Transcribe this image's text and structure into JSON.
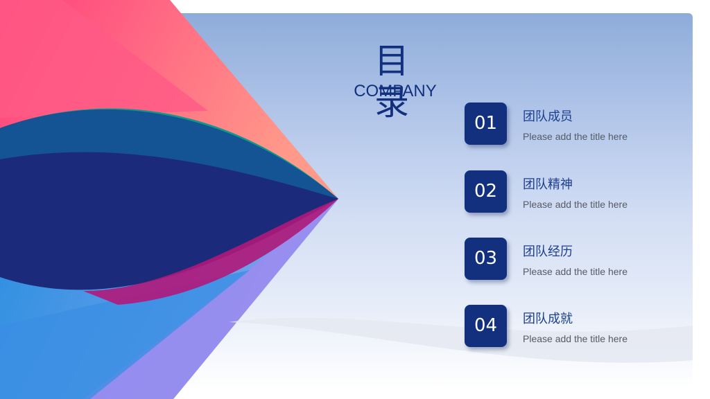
{
  "header": {
    "title": "目 录",
    "subtitle": "COMPANY"
  },
  "items": [
    {
      "num": "01",
      "title": "团队成员",
      "desc": "Please add the title here"
    },
    {
      "num": "02",
      "title": "团队精神",
      "desc": "Please add the title here"
    },
    {
      "num": "03",
      "title": "团队经历",
      "desc": "Please add the title here"
    },
    {
      "num": "04",
      "title": "团队成就",
      "desc": "Please add the title here"
    }
  ],
  "colors": {
    "primary": "#12307d",
    "text_gray": "#555a66",
    "pink": "#ff5a86",
    "teal": "#0b9a8c",
    "navy": "#1b2a7a",
    "purple": "#9b8cf0",
    "blue": "#2f7fd8"
  }
}
